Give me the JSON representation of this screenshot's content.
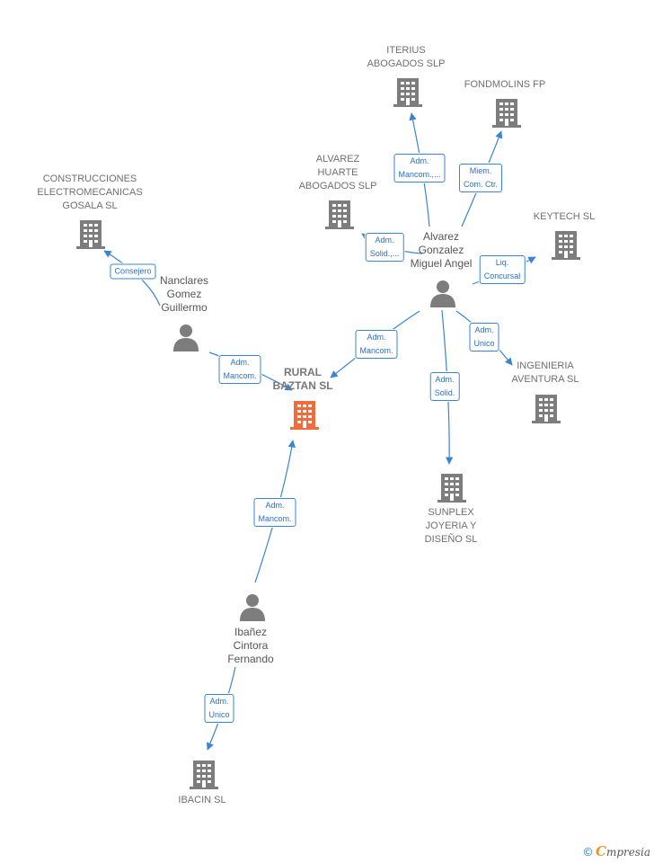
{
  "colors": {
    "edge": "#3a84d6",
    "building": "#7d7d7d",
    "main_building": "#f26b3a",
    "person": "#7d7d7d"
  },
  "nodes": {
    "iterius": {
      "label": "ITERIUS\nABOGADOS  SLP",
      "icon": "building-icon"
    },
    "fondmolins": {
      "label": "FONDMOLINS FP",
      "icon": "building-icon"
    },
    "alvarez_huarte": {
      "label": "ALVAREZ\nHUARTE\nABOGADOS  SLP",
      "icon": "building-icon"
    },
    "construcciones": {
      "label": "CONSTRUCCIONES\nELECTROMECANICAS\nGOSALA SL",
      "icon": "building-icon"
    },
    "keytech": {
      "label": "KEYTECH SL",
      "icon": "building-icon"
    },
    "alvarez_gonzalez": {
      "label": "Alvarez\nGonzalez\nMiguel Angel",
      "icon": "person-icon"
    },
    "nanclares": {
      "label": "Nanclares\nGomez\nGuillermo",
      "icon": "person-icon"
    },
    "rural_baztan": {
      "label": "RURAL\nBAZTAN  SL",
      "icon": "building-icon"
    },
    "ingenieria": {
      "label": "INGENIERIA\nAVENTURA  SL",
      "icon": "building-icon"
    },
    "sunplex": {
      "label": "SUNPLEX\nJOYERIA Y\nDISEÑO  SL",
      "icon": "building-icon"
    },
    "ibanez": {
      "label": "Ibañez\nCintora\nFernando",
      "icon": "person-icon"
    },
    "ibacin": {
      "label": "IBACIN  SL",
      "icon": "building-icon"
    }
  },
  "edges": {
    "e_iterius": "Adm.\nMancom.,...",
    "e_fondmolins": "Miem.\nCom. Ctr.",
    "e_alvarez_huarte": "Adm.\nSolid.,...",
    "e_keytech": "Liq.\nConcursal",
    "e_construcciones": "Consejero",
    "e_nanclares_rural": "Adm.\nMancom.",
    "e_alvarez_rural": "Adm.\nMancom.",
    "e_ingenieria": "Adm.\nUnico",
    "e_sunplex": "Adm.\nSolid.",
    "e_ibanez_rural": "Adm.\nMancom.",
    "e_ibacin": "Adm.\nUnico"
  },
  "footer": {
    "copyright": "©",
    "brand_initial": "C",
    "brand_rest": "mpresia"
  }
}
